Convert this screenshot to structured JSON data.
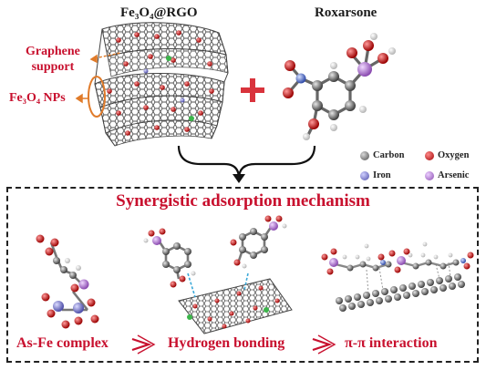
{
  "top": {
    "composite_title": "Fe₃O₄@RGO",
    "molecule_title": "Roxarsone",
    "graphene_label_line1": "Graphene",
    "graphene_label_line2": "support",
    "nps_label": "Fe₃O₄ NPs"
  },
  "legend": {
    "items": [
      {
        "label": "Carbon",
        "color": "#6b6b6b"
      },
      {
        "label": "Oxygen",
        "color": "#d0121b"
      },
      {
        "label": "Iron",
        "color": "#7b7bd6"
      },
      {
        "label": "Arsenic",
        "color": "#b07ad0"
      }
    ]
  },
  "mechanism": {
    "title": "Synergistic adsorption mechanism",
    "steps": [
      {
        "label": "As-Fe complex"
      },
      {
        "label": "Hydrogen bonding"
      },
      {
        "label": "π-π interaction"
      }
    ]
  },
  "colors": {
    "accent_red": "#c8102e",
    "orange": "#e07b2a",
    "carbon": "#6b6b6b",
    "oxygen": "#d0121b",
    "iron": "#7b7bd6",
    "arsenic": "#b07ad0"
  }
}
